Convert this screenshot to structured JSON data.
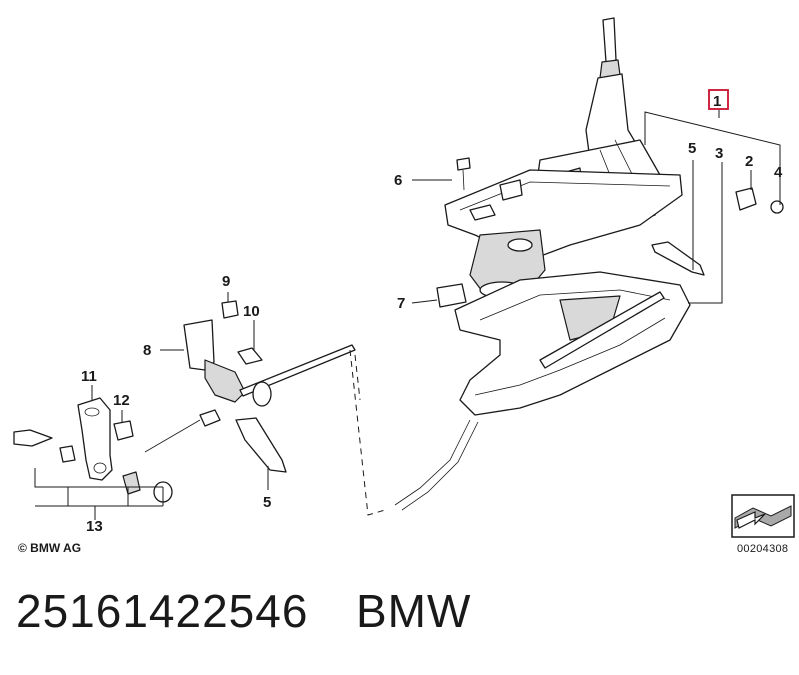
{
  "diagram": {
    "copyright": "© BMW AG",
    "diagram_number": "00204308",
    "footer": {
      "part_number": "25161422546",
      "brand": "BMW"
    },
    "highlight_color": "#c8102e",
    "callouts": [
      {
        "id": "c1",
        "label": "1",
        "highlighted": true
      },
      {
        "id": "c2",
        "label": "2"
      },
      {
        "id": "c3",
        "label": "3"
      },
      {
        "id": "c4",
        "label": "4"
      },
      {
        "id": "c5a",
        "label": "5"
      },
      {
        "id": "c6",
        "label": "6"
      },
      {
        "id": "c7",
        "label": "7"
      },
      {
        "id": "c8",
        "label": "8"
      },
      {
        "id": "c9",
        "label": "9"
      },
      {
        "id": "c10",
        "label": "10"
      },
      {
        "id": "c11",
        "label": "11"
      },
      {
        "id": "c12",
        "label": "12"
      },
      {
        "id": "c13",
        "label": "13"
      },
      {
        "id": "c5b",
        "label": "5"
      }
    ],
    "nav_icon": "arrow-diagram-icon"
  }
}
